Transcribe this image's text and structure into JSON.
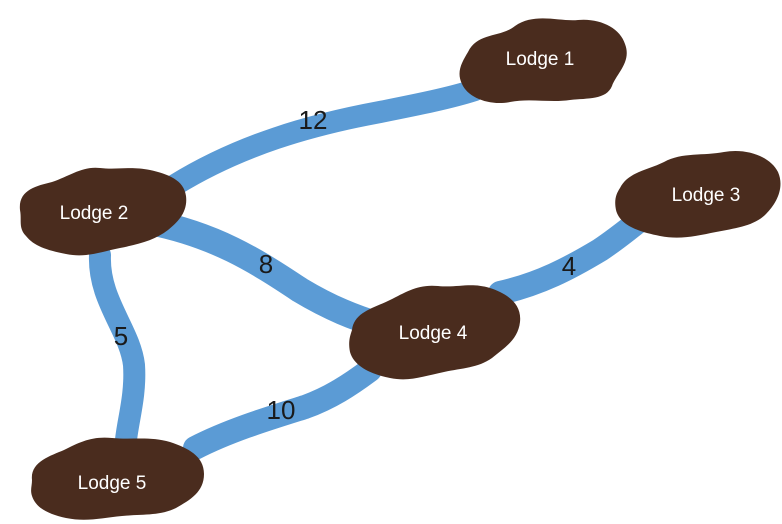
{
  "colors": {
    "edge": "#5b9bd5",
    "node": "#4a2c1e",
    "node_text": "#ffffff",
    "edge_text": "#1a1a1a"
  },
  "nodes": [
    {
      "label": "Lodge 1"
    },
    {
      "label": "Lodge 2"
    },
    {
      "label": "Lodge 3"
    },
    {
      "label": "Lodge 4"
    },
    {
      "label": "Lodge 5"
    }
  ],
  "edges": [
    {
      "from": "Lodge 2",
      "to": "Lodge 1",
      "weight": "12"
    },
    {
      "from": "Lodge 2",
      "to": "Lodge 4",
      "weight": "8"
    },
    {
      "from": "Lodge 2",
      "to": "Lodge 5",
      "weight": "5"
    },
    {
      "from": "Lodge 4",
      "to": "Lodge 3",
      "weight": "4"
    },
    {
      "from": "Lodge 5",
      "to": "Lodge 4",
      "weight": "10"
    }
  ]
}
